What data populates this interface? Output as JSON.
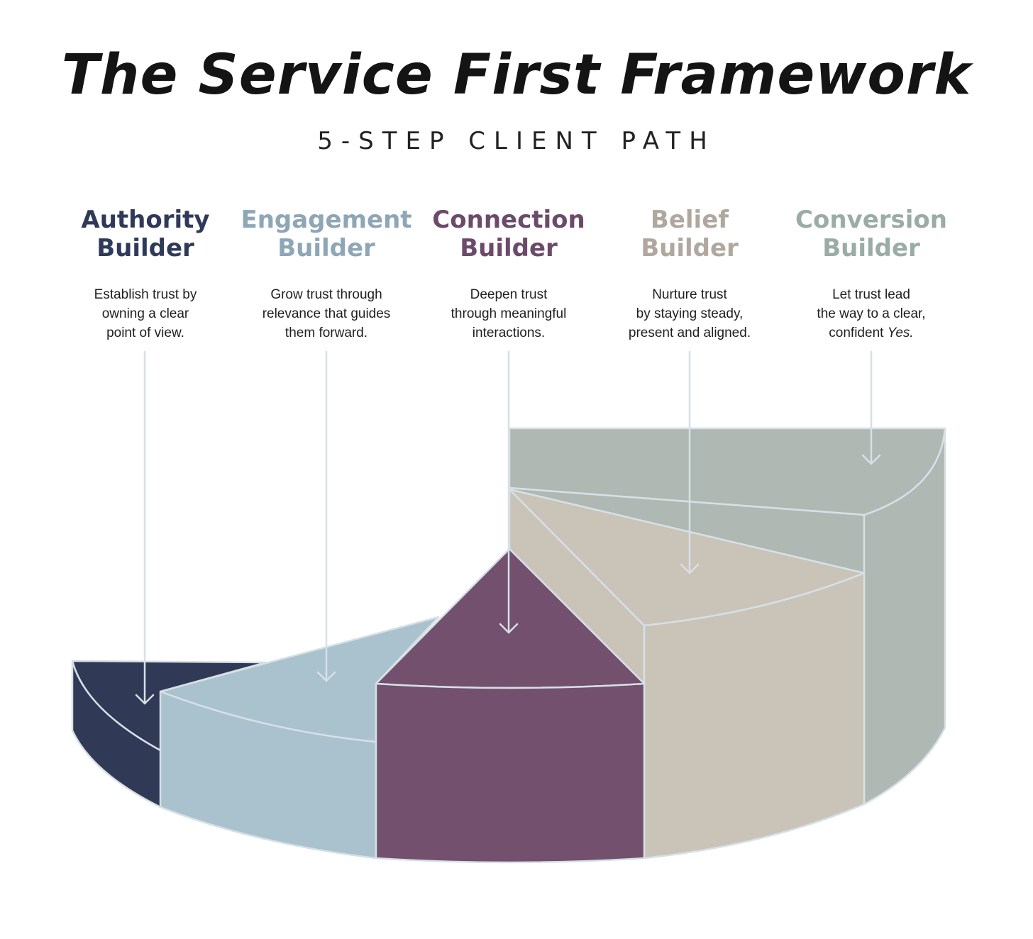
{
  "title": "The Service First Framework",
  "subtitle": "5-STEP CLIENT PATH",
  "stage_outline_color": "#d6e0e6",
  "steps": [
    {
      "title_line1": "Authority",
      "title_line2": "Builder",
      "title_color": "#2f3a5a",
      "fill_color": "#303a56",
      "desc_line1": "Establish trust by",
      "desc_line2": "owning a clear",
      "desc_line3": "point of view."
    },
    {
      "title_line1": "Engagement",
      "title_line2": "Builder",
      "title_color": "#8ea6b6",
      "fill_color": "#aac2ce",
      "desc_line1": "Grow trust through",
      "desc_line2": "relevance that guides",
      "desc_line3": "them forward."
    },
    {
      "title_line1": "Connection",
      "title_line2": "Builder",
      "title_color": "#6c4a6a",
      "fill_color": "#72506e",
      "desc_line1": "Deepen trust",
      "desc_line2": "through meaningful",
      "desc_line3": "interactions."
    },
    {
      "title_line1": "Belief",
      "title_line2": "Builder",
      "title_color": "#b0a89e",
      "fill_color": "#cac3b8",
      "desc_line1": "Nurture trust",
      "desc_line2": "by staying steady,",
      "desc_line3": "present and aligned."
    },
    {
      "title_line1": "Conversion",
      "title_line2": "Builder",
      "title_color": "#9aaca4",
      "fill_color": "#afb8b2",
      "desc_line1": "Let trust lead",
      "desc_line2": "the way to a clear,",
      "desc_line3": "confident ",
      "desc_emphasis": "Yes."
    }
  ]
}
